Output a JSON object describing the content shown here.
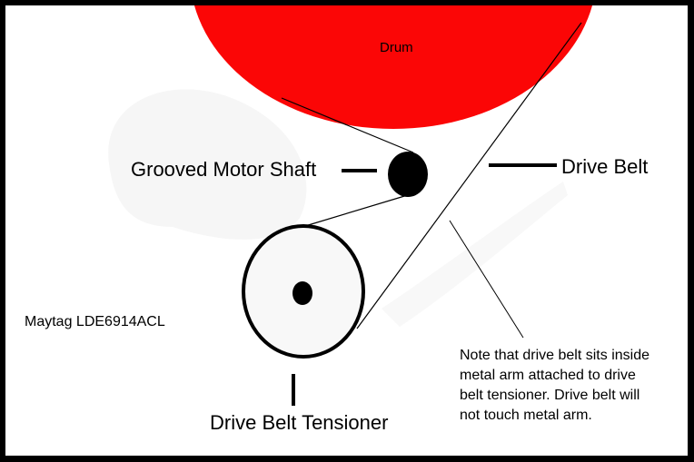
{
  "labels": {
    "drum": "Drum",
    "motor_shaft": "Grooved Motor Shaft",
    "drive_belt": "Drive Belt",
    "model": "Maytag LDE6914ACL",
    "tensioner": "Drive Belt Tensioner",
    "note": [
      "Note that drive belt sits inside",
      "metal arm attached to drive",
      "belt tensioner. Drive belt will",
      "not touch metal arm."
    ]
  },
  "colors": {
    "drum": "#fb0606",
    "tensioner_fill": "#f8f8f8"
  }
}
